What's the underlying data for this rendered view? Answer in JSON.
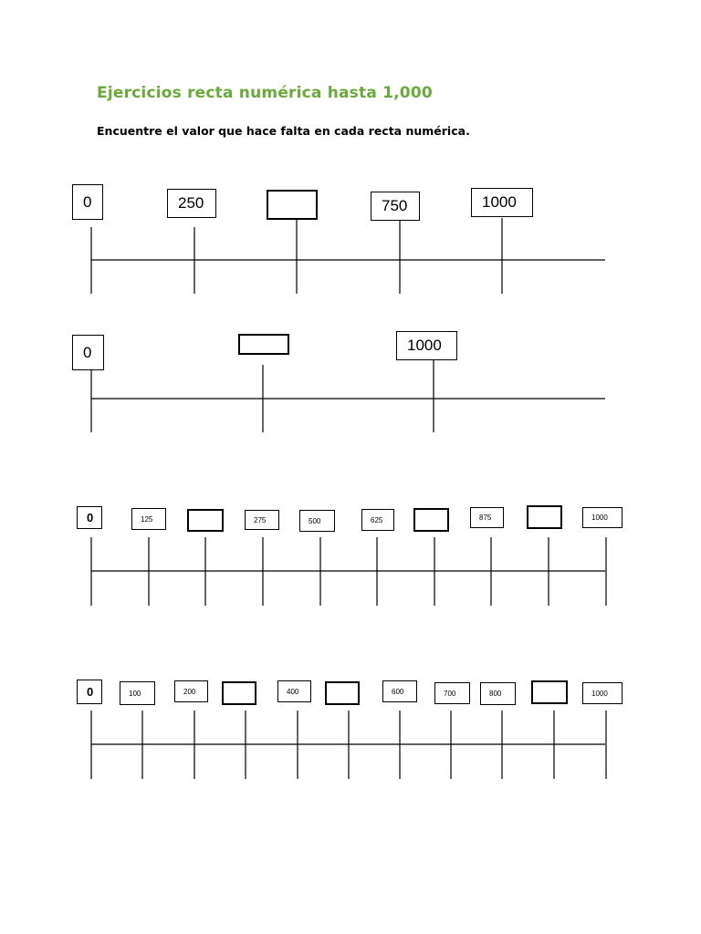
{
  "title": "Ejercicios recta numérica hasta 1,000",
  "instructions": "Encuentre el valor que hace falta en cada recta numérica.",
  "colors": {
    "title": "#6aaa3a",
    "ink": "#000000"
  },
  "number_lines": [
    {
      "id": "line1",
      "labels": [
        "0",
        "250",
        "",
        "750",
        "1000"
      ]
    },
    {
      "id": "line2",
      "labels": [
        "0",
        "",
        "1000"
      ]
    },
    {
      "id": "line3",
      "labels": [
        "0",
        "125",
        "",
        "275",
        "500",
        "625",
        "",
        "875",
        "",
        "1000"
      ]
    },
    {
      "id": "line4",
      "labels": [
        "0",
        "100",
        "200",
        "",
        "400",
        "",
        "600",
        "700",
        "800",
        "",
        "1000"
      ]
    }
  ]
}
